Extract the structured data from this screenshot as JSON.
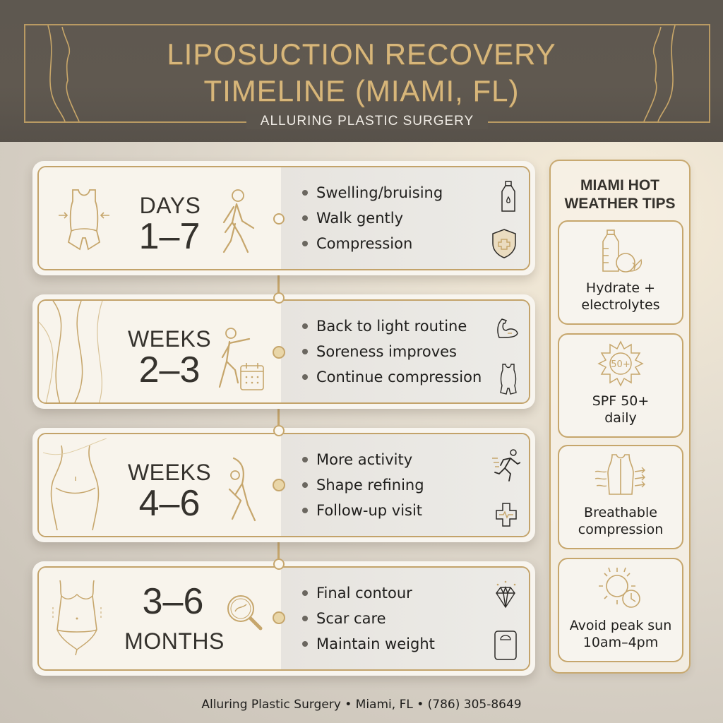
{
  "header": {
    "title_line1": "LIPOSUCTION RECOVERY",
    "title_line2": "TIMELINE (MIAMI, FL)",
    "subtitle": "ALLURING PLASTIC SURGERY"
  },
  "colors": {
    "header_bg": "#5e5850",
    "gold": "#c6a66c",
    "title_gold": "#d7b67a",
    "card_bg": "#f8f4ec",
    "card_right_bg": "#e9e6e1",
    "text_dark": "#35322d"
  },
  "timeline": [
    {
      "label_top": "DAYS",
      "label_bottom": "1–7",
      "body_icon": "compression-garment-icon",
      "phase_icon": "walking-person-icon",
      "bullets": [
        "Swelling/bruising",
        "Walk gently",
        "Compression"
      ],
      "right_icons": [
        "water-bottle-icon",
        "shield-cross-icon"
      ]
    },
    {
      "label_top": "WEEKS",
      "label_bottom": "2–3",
      "body_icon": "body-curves-icon",
      "phase_icon": "stepping-person-calendar-icon",
      "bullets": [
        "Back to light routine",
        "Soreness improves",
        "Continue compression"
      ],
      "right_icons": [
        "flexed-arm-icon",
        "compression-garment-icon"
      ]
    },
    {
      "label_top": "WEEKS",
      "label_bottom": "4–6",
      "body_icon": "waist-silhouette-icon",
      "phase_icon": "stretching-person-icon",
      "bullets": [
        "More activity",
        "Shape refining",
        "Follow-up visit"
      ],
      "right_icons": [
        "running-person-icon",
        "medical-cross-icon"
      ]
    },
    {
      "label_top": "3–6",
      "label_bottom": "MONTHS",
      "body_icon": "torso-contour-icon",
      "phase_icon": "magnifier-icon",
      "bullets": [
        "Final contour",
        "Scar care",
        "Maintain weight"
      ],
      "right_icons": [
        "diamond-icon",
        "scale-icon"
      ]
    }
  ],
  "sidebar": {
    "title_line1": "MIAMI HOT",
    "title_line2": "WEATHER TIPS",
    "tips": [
      {
        "line1": "Hydrate +",
        "line2": "electrolytes",
        "icon": "bottle-lemon-icon"
      },
      {
        "line1": "SPF 50+",
        "line2": "daily",
        "icon": "sun-spf-icon",
        "badge": "50+"
      },
      {
        "line1": "Breathable",
        "line2": "compression",
        "icon": "breathable-vest-icon"
      },
      {
        "line1": "Avoid peak sun",
        "line2": "10am–4pm",
        "icon": "sun-clock-icon"
      }
    ]
  },
  "footer": {
    "text": "Alluring Plastic Surgery • Miami, FL • (786) 305-8649"
  }
}
